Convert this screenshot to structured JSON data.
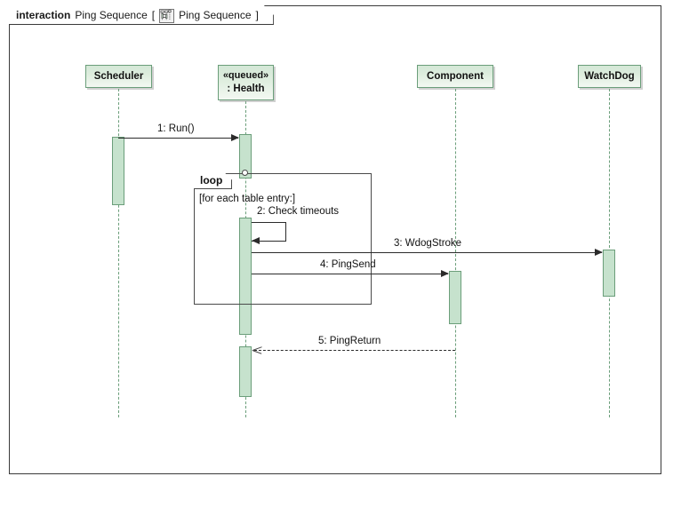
{
  "frame": {
    "keyword": "interaction",
    "name": "Ping Sequence",
    "bracket_open": "[",
    "icon": "sequence-diagram-icon",
    "diagram_name": "Ping Sequence",
    "bracket_close": "]"
  },
  "lifelines": [
    {
      "id": "scheduler",
      "label": "Scheduler",
      "stereotype": ""
    },
    {
      "id": "health",
      "label": ": Health",
      "stereotype": "«queued»"
    },
    {
      "id": "component",
      "label": "Component",
      "stereotype": ""
    },
    {
      "id": "watchdog",
      "label": "WatchDog",
      "stereotype": ""
    }
  ],
  "fragment": {
    "operator": "loop",
    "guard": "[for each table entry:]"
  },
  "messages": [
    {
      "seq": "1",
      "label": "1: Run()",
      "from": "scheduler",
      "to": "health",
      "kind": "call"
    },
    {
      "seq": "2",
      "label": "2: Check timeouts",
      "from": "health",
      "to": "health",
      "kind": "self"
    },
    {
      "seq": "3",
      "label": "3: WdogStroke",
      "from": "health",
      "to": "watchdog",
      "kind": "call"
    },
    {
      "seq": "4",
      "label": "4: PingSend",
      "from": "health",
      "to": "component",
      "kind": "call"
    },
    {
      "seq": "5",
      "label": "5: PingReturn",
      "from": "component",
      "to": "health",
      "kind": "return"
    }
  ],
  "colors": {
    "lifeline_fill_top": "#d3e7d6",
    "lifeline_border": "#6b9e7a",
    "activation_fill": "#c6e2cd",
    "frame_border": "#3a3a3a",
    "message_line": "#2b2b2b"
  }
}
